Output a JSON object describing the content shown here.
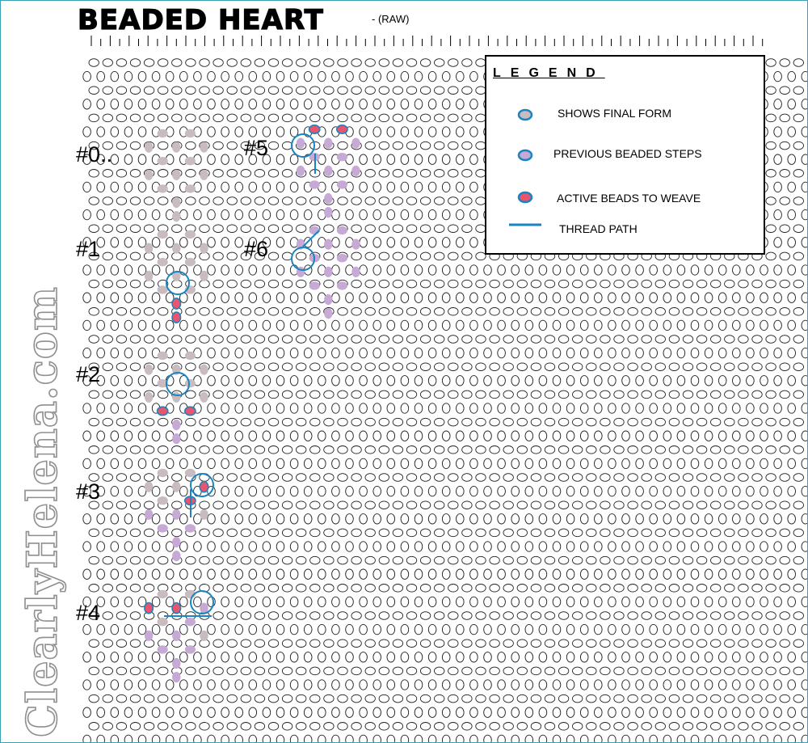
{
  "title": "BEADED HEART",
  "subtitle": "- (RAW)",
  "watermark": "ClearlyHelena.com",
  "steps": [
    {
      "label": "#0..",
      "key": "s0"
    },
    {
      "label": "#1",
      "key": "s1"
    },
    {
      "label": "#2",
      "key": "s2"
    },
    {
      "label": "#3",
      "key": "s3"
    },
    {
      "label": "#4",
      "key": "s4"
    },
    {
      "label": "#5",
      "key": "s5"
    },
    {
      "label": "#6",
      "key": "s6"
    }
  ],
  "legend": {
    "heading": "LEGEND",
    "items": [
      {
        "label": "SHOWS FINAL FORM",
        "swatch": "final"
      },
      {
        "label": "PREVIOUS BEADED STEPS",
        "swatch": "previous"
      },
      {
        "label": "ACTIVE BEADS TO WEAVE",
        "swatch": "active"
      },
      {
        "label": "THREAD PATH",
        "swatch": "thread"
      }
    ]
  },
  "colors": {
    "final_form": "#c9bcc0",
    "previous_steps": "#c6a9d4",
    "active_beads": "#e9546f",
    "thread_path": "#1a84c0",
    "bead_outline": "#222222",
    "border": "#3aa0b8"
  }
}
